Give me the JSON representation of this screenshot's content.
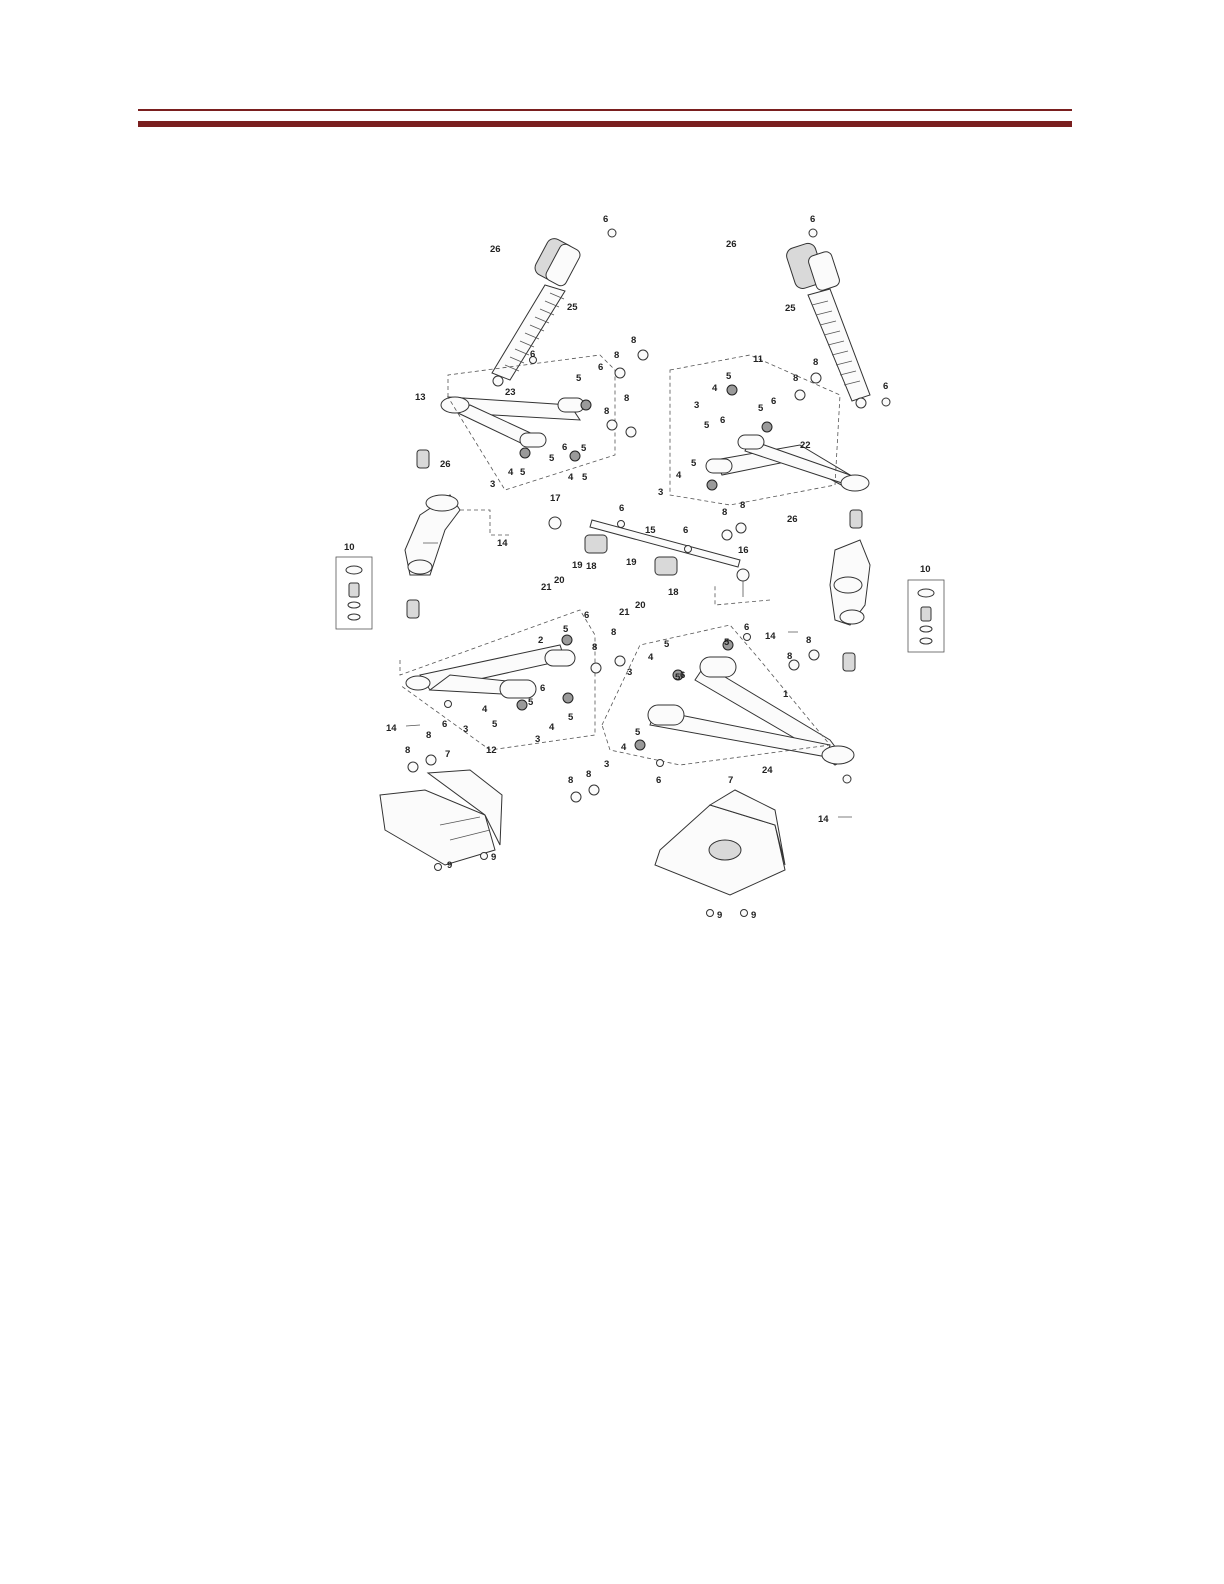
{
  "colors": {
    "header_rule": "#7a1f1f",
    "line_art": "#333333",
    "background": "#ffffff"
  },
  "diagram": {
    "callouts": [
      "1",
      "2",
      "3",
      "4",
      "5",
      "6",
      "7",
      "8",
      "9",
      "10",
      "11",
      "12",
      "13",
      "14",
      "15",
      "16",
      "17",
      "18",
      "19",
      "20",
      "21",
      "22",
      "23",
      "24",
      "25",
      "26"
    ]
  }
}
